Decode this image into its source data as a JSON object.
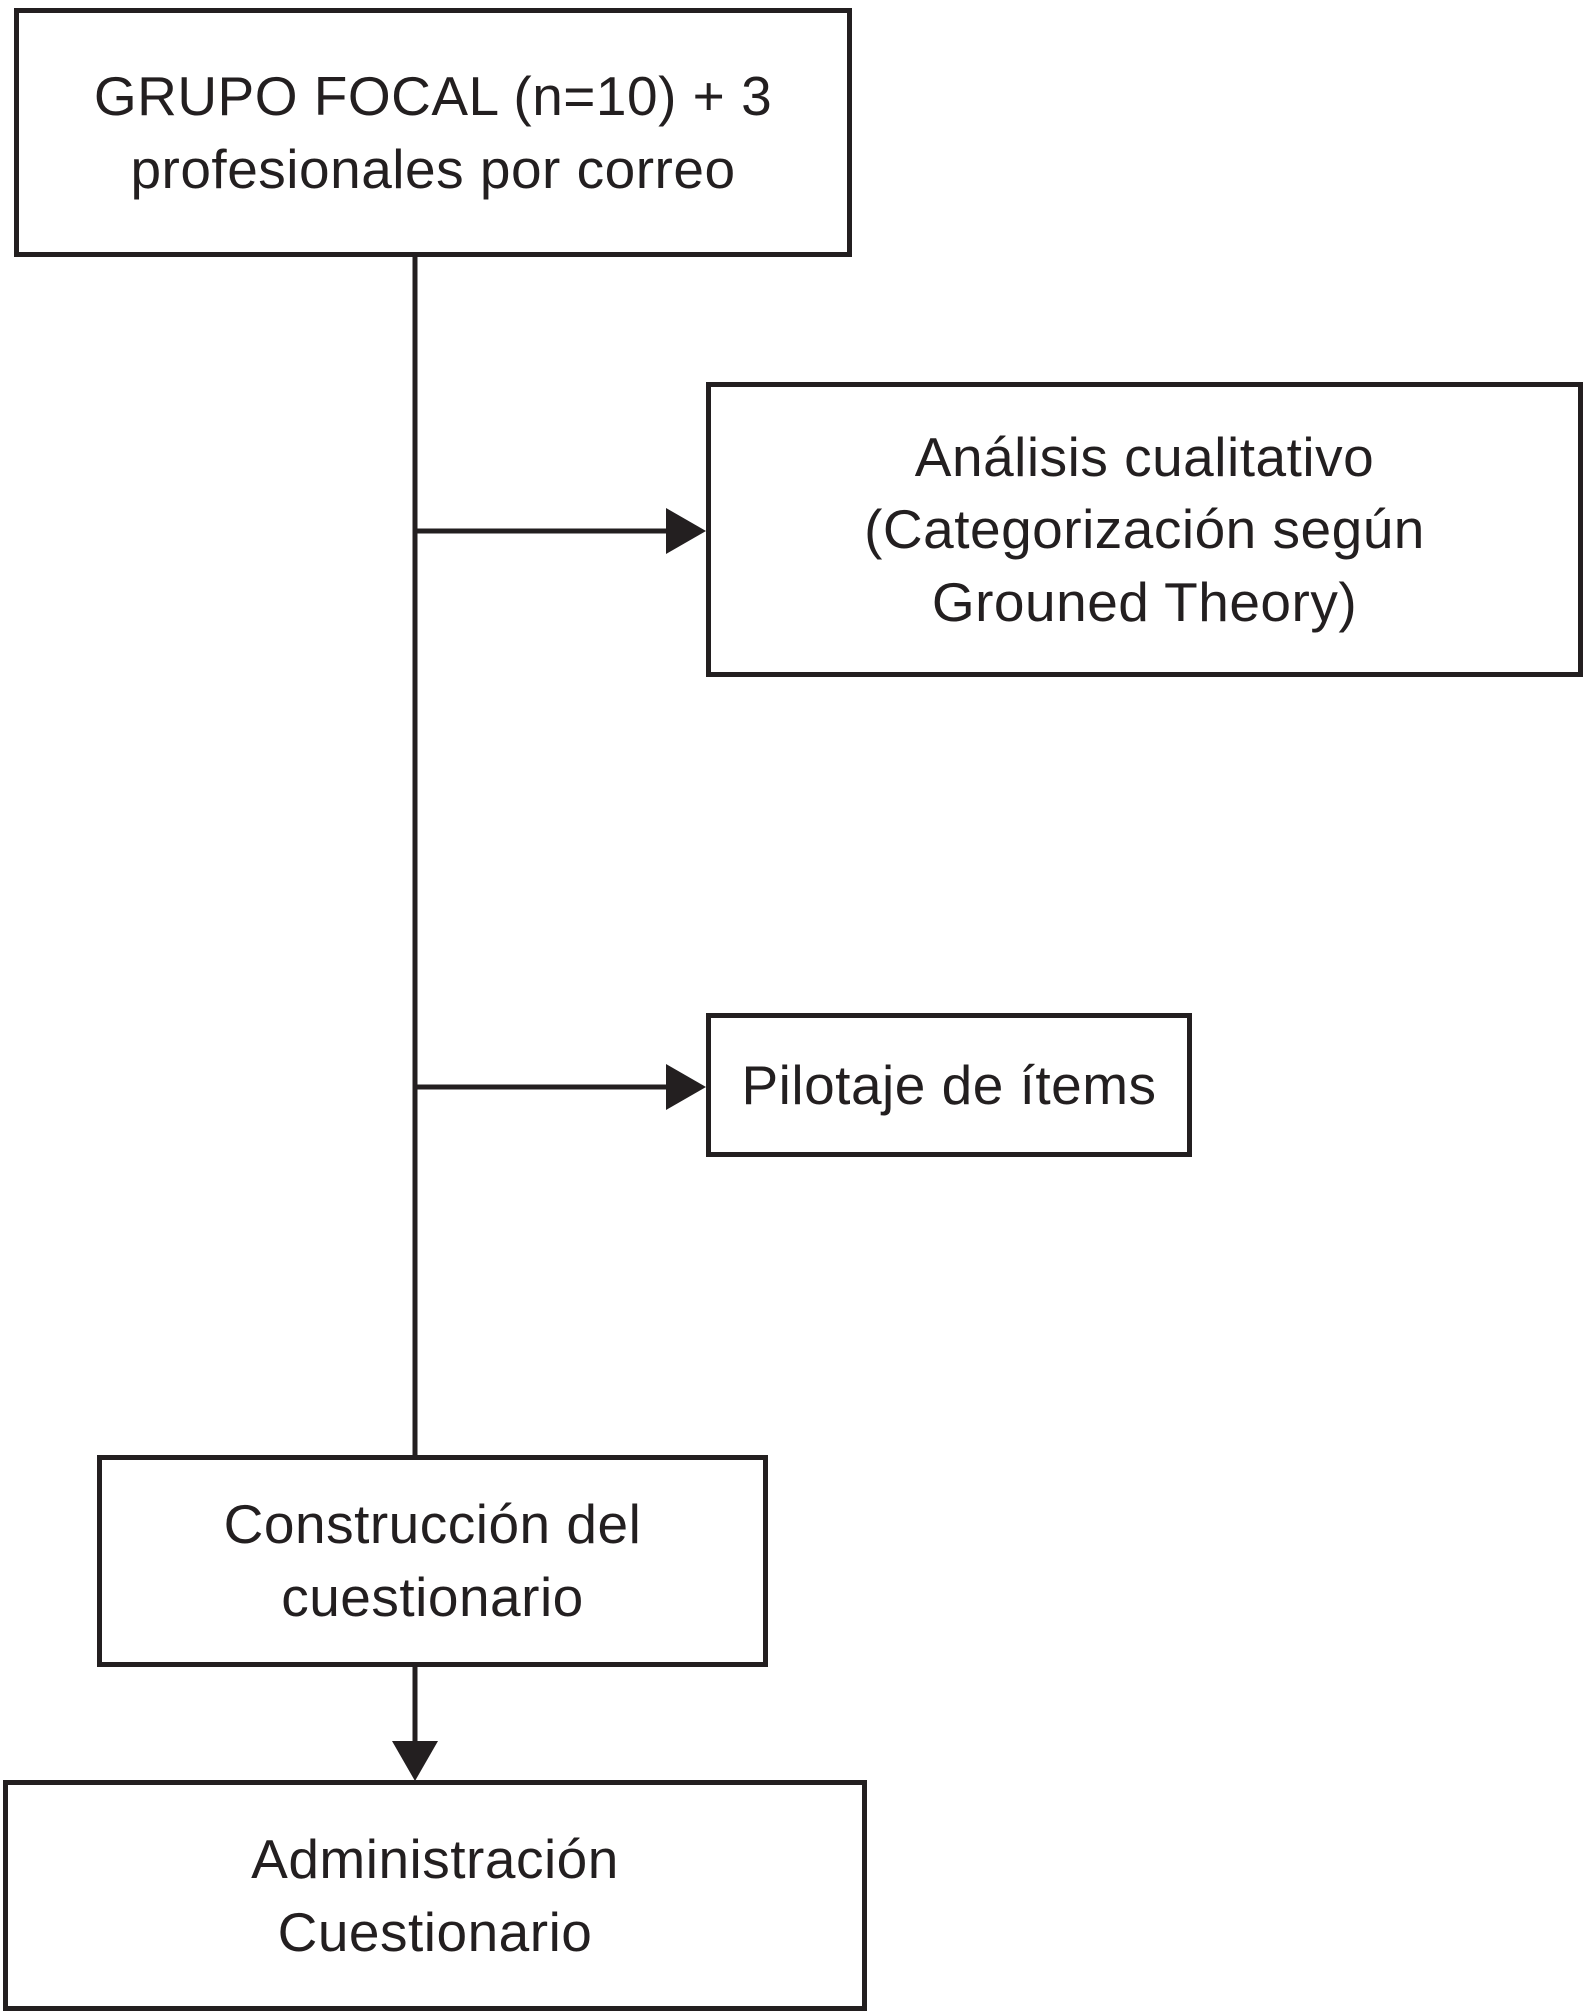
{
  "colors": {
    "ink": "#231f20",
    "background": "#ffffff"
  },
  "nodes": {
    "grupo_focal": {
      "lines": [
        "GRUPO FOCAL (n=10) + 3",
        "profesionales por correo"
      ]
    },
    "analisis": {
      "lines": [
        "Análisis cualitativo",
        "(Categorización según",
        "Grouned Theory)"
      ]
    },
    "pilotaje": {
      "lines": [
        "Pilotaje de ítems"
      ]
    },
    "construccion": {
      "lines": [
        "Construcción del",
        "cuestionario"
      ]
    },
    "administracion": {
      "lines": [
        "Administración",
        "Cuestionario"
      ]
    }
  },
  "edges": [
    {
      "from": "grupo_focal",
      "to": "analisis",
      "style": "arrow-right"
    },
    {
      "from": "grupo_focal",
      "to": "pilotaje",
      "style": "arrow-right"
    },
    {
      "from": "grupo_focal",
      "to": "construccion",
      "style": "line"
    },
    {
      "from": "construccion",
      "to": "administracion",
      "style": "arrow-down"
    }
  ]
}
